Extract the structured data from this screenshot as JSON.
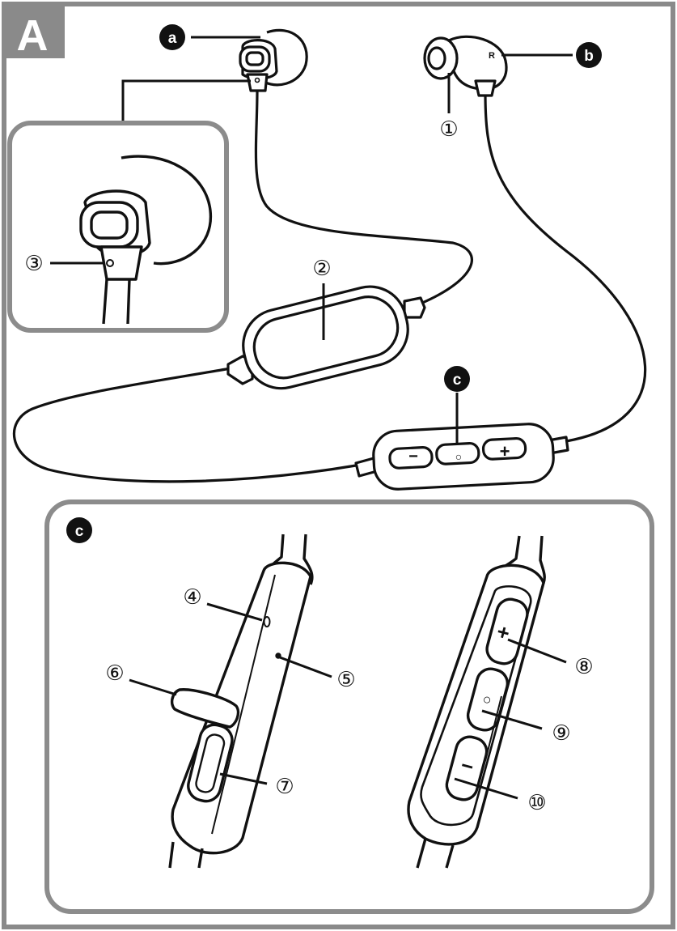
{
  "figure_letter": "A",
  "parts": {
    "left_earbud": "a",
    "right_earbud": "b",
    "remote": "c",
    "detail_panel": "c"
  },
  "callouts": {
    "n1": "①",
    "n2": "②",
    "n3": "③",
    "n4": "④",
    "n5": "⑤",
    "n6": "⑥",
    "n7": "⑦",
    "n8": "⑧",
    "n9": "⑨",
    "n10": "⑩"
  },
  "markings": {
    "right_side": "R",
    "minus": "−",
    "center": "○",
    "plus": "+"
  },
  "colors": {
    "frame_gray": "#8a8a8a",
    "panel_gray": "#8c8c8c",
    "line": "#111111",
    "badge": "#111111"
  }
}
